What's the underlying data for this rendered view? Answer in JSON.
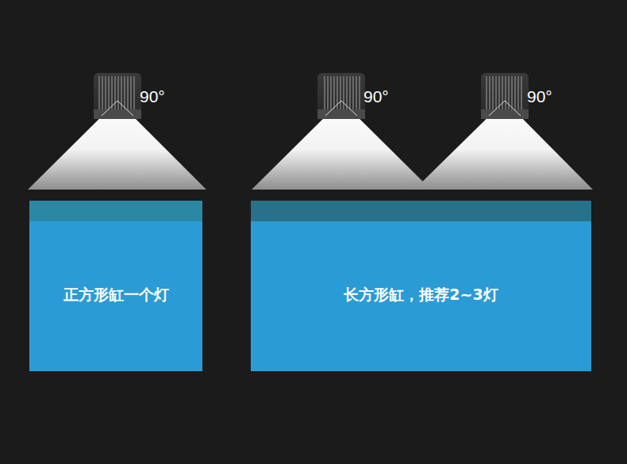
{
  "diagram": {
    "nodes": [
      {
        "text": [
          "正方形缸一个灯"
        ]
      },
      {
        "text": [
          "长方形缸，推荐2~3灯"
        ]
      }
    ],
    "labels": [
      "90°",
      "90°",
      "90°"
    ]
  }
}
